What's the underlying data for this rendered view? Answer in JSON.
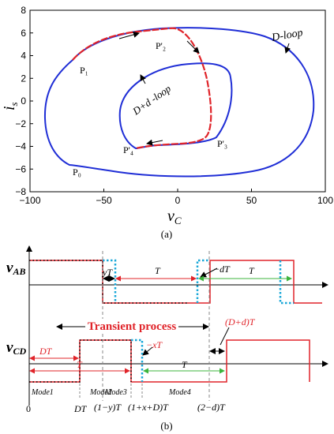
{
  "panel_a": {
    "caption": "(a)",
    "x_label": "v",
    "x_label_sub": "C",
    "y_label": "i",
    "y_label_sub": "s",
    "x_ticks": [
      "−100",
      "−50",
      "0",
      "50",
      "100"
    ],
    "y_ticks": [
      "8",
      "6",
      "4",
      "2",
      "0",
      "−2",
      "−4",
      "−6",
      "−8"
    ],
    "point_labels": {
      "p1": "P₁",
      "p2": "P'₂",
      "p3": "P'₃",
      "p4": "P'₄",
      "p0": "P₀"
    },
    "loop_labels": {
      "d_loop": "D-loop",
      "dd_loop": "D+d -loop"
    }
  },
  "panel_b": {
    "caption": "(b)",
    "signal_ab_main": "v",
    "signal_ab_sub": "AB",
    "signal_cd_main": "v",
    "signal_cd_sub": "CD",
    "transient_label": "Transient process",
    "labels": {
      "yT": "yT",
      "T_top1": "T",
      "minus_dT": "−dT",
      "T_top2": "T",
      "DT_left": "DT",
      "xT": "−xT",
      "T_bottom1": "T",
      "T_bottom2": "T",
      "D_plus_d_T": "(D+d)T"
    },
    "modes": [
      "Mode1",
      "Mode2",
      "Mode3",
      "Mode4"
    ],
    "axis_ticks": [
      "0",
      "DT",
      "(1−y)T",
      "(1+x+D)T",
      "(2−d)T"
    ]
  },
  "colors": {
    "blue": "#1f2ed6",
    "red": "#e0242a",
    "cyan": "#1ba8d8",
    "green": "#3cb43c",
    "black": "#000000"
  }
}
